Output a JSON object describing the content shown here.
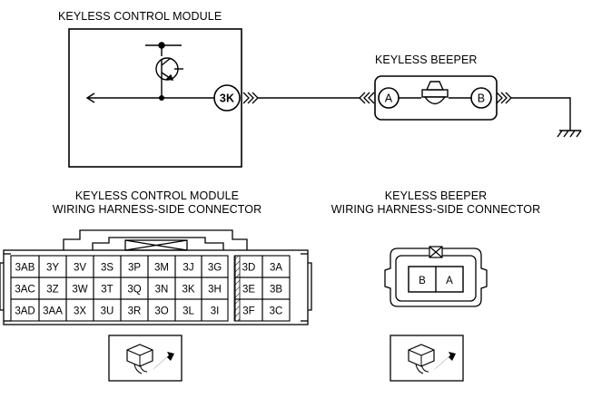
{
  "schematic": {
    "module_title": "KEYLESS CONTROL MODULE",
    "beeper_title": "KEYLESS BEEPER",
    "module_terminal": "3K",
    "beeper_terminal_a": "A",
    "beeper_terminal_b": "B"
  },
  "module_connector": {
    "title_line1": "KEYLESS CONTROL MODULE",
    "title_line2": "WIRING HARNESS-SIDE CONNECTOR",
    "rows": [
      [
        "3AB",
        "3Y",
        "3V",
        "3S",
        "3P",
        "3M",
        "3J",
        "3G",
        "3D",
        "3A"
      ],
      [
        "3AC",
        "3Z",
        "3W",
        "3T",
        "3Q",
        "3N",
        "3K",
        "3H",
        "3E",
        "3B"
      ],
      [
        "3AD",
        "3AA",
        "3X",
        "3U",
        "3R",
        "3O",
        "3L",
        "3I",
        "3F",
        "3C"
      ]
    ]
  },
  "beeper_connector": {
    "title_line1": "KEYLESS BEEPER",
    "title_line2": "WIRING HARNESS-SIDE CONNECTOR",
    "cells": [
      "B",
      "A"
    ]
  },
  "icons": [
    "harness-view-icon",
    "harness-view-icon"
  ],
  "colors": {
    "line": "#000000",
    "background": "#ffffff"
  }
}
